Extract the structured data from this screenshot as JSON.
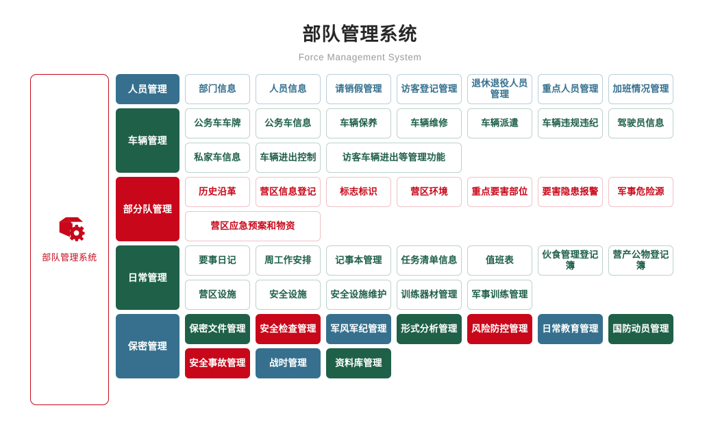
{
  "header": {
    "title": "部队管理系统",
    "subtitle": "Force Management System"
  },
  "sidebar": {
    "icon": "box-gear-icon",
    "label": "部队管理系统",
    "color": "#c8081a"
  },
  "colors": {
    "blue": "#36708e",
    "green": "#1f6049",
    "red": "#c8081a",
    "title": "#262626",
    "subtitle": "#9a9a9a"
  },
  "rows": [
    {
      "category": "人员管理",
      "category_style": "blue",
      "subrows": [
        [
          {
            "label": "部门信息",
            "style": "o-blue",
            "span": 1
          },
          {
            "label": "人员信息",
            "style": "o-blue",
            "span": 1
          },
          {
            "label": "请销假管理",
            "style": "o-blue",
            "span": 1
          },
          {
            "label": "访客登记管理",
            "style": "o-blue",
            "span": 1
          },
          {
            "label": "退休退役人员管理",
            "style": "o-blue",
            "span": 1
          },
          {
            "label": "重点人员管理",
            "style": "o-blue",
            "span": 1
          },
          {
            "label": "加班情况管理",
            "style": "o-blue",
            "span": 1
          }
        ]
      ]
    },
    {
      "category": "车辆管理",
      "category_style": "green",
      "subrows": [
        [
          {
            "label": "公务车车牌",
            "style": "o-green",
            "span": 1
          },
          {
            "label": "公务车信息",
            "style": "o-green",
            "span": 1
          },
          {
            "label": "车辆保养",
            "style": "o-green",
            "span": 1
          },
          {
            "label": "车辆维修",
            "style": "o-green",
            "span": 1
          },
          {
            "label": "车辆派遣",
            "style": "o-green",
            "span": 1
          },
          {
            "label": "车辆违规违纪",
            "style": "o-green",
            "span": 1
          },
          {
            "label": "驾驶员信息",
            "style": "o-green",
            "span": 1
          }
        ],
        [
          {
            "label": "私家车信息",
            "style": "o-green",
            "span": 1
          },
          {
            "label": "车辆进出控制",
            "style": "o-green",
            "span": 1
          },
          {
            "label": "访客车辆进出等管理功能",
            "style": "o-green",
            "span": 2
          }
        ]
      ]
    },
    {
      "category": "部分队管理",
      "category_style": "red",
      "subrows": [
        [
          {
            "label": "历史沿革",
            "style": "o-red",
            "span": 1
          },
          {
            "label": "营区信息登记",
            "style": "o-red",
            "span": 1
          },
          {
            "label": "标志标识",
            "style": "o-red",
            "span": 1
          },
          {
            "label": "营区环境",
            "style": "o-red",
            "span": 1
          },
          {
            "label": "重点要害部位",
            "style": "o-red",
            "span": 1
          },
          {
            "label": "要害隐患报警",
            "style": "o-red",
            "span": 1
          },
          {
            "label": "军事危险源",
            "style": "o-red",
            "span": 1
          }
        ],
        [
          {
            "label": "营区应急预案和物资",
            "style": "o-red",
            "span": 2
          }
        ]
      ]
    },
    {
      "category": "日常管理",
      "category_style": "green",
      "subrows": [
        [
          {
            "label": "要事日记",
            "style": "o-green",
            "span": 1
          },
          {
            "label": "周工作安排",
            "style": "o-green",
            "span": 1
          },
          {
            "label": "记事本管理",
            "style": "o-green",
            "span": 1
          },
          {
            "label": "任务清单信息",
            "style": "o-green",
            "span": 1
          },
          {
            "label": "值班表",
            "style": "o-green",
            "span": 1
          },
          {
            "label": "伙食管理登记簿",
            "style": "o-green",
            "span": 1
          },
          {
            "label": "营产公物登记簿",
            "style": "o-green",
            "span": 1
          }
        ],
        [
          {
            "label": "营区设施",
            "style": "o-green",
            "span": 1
          },
          {
            "label": "安全设施",
            "style": "o-green",
            "span": 1
          },
          {
            "label": "安全设施维护",
            "style": "o-green",
            "span": 1
          },
          {
            "label": "训练器材管理",
            "style": "o-green",
            "span": 1
          },
          {
            "label": "军事训练管理",
            "style": "o-green",
            "span": 1
          }
        ]
      ]
    },
    {
      "category": "保密管理",
      "category_style": "blue",
      "subrows": [
        [
          {
            "label": "保密文件管理",
            "style": "f-green",
            "span": 1
          },
          {
            "label": "安全检查管理",
            "style": "f-red",
            "span": 1
          },
          {
            "label": "军风军纪管理",
            "style": "f-blue",
            "span": 1
          },
          {
            "label": "形式分析管理",
            "style": "f-green",
            "span": 1
          },
          {
            "label": "风险防控管理",
            "style": "f-red",
            "span": 1
          },
          {
            "label": "日常教育管理",
            "style": "f-blue",
            "span": 1
          },
          {
            "label": "国防动员管理",
            "style": "f-green",
            "span": 1
          }
        ],
        [
          {
            "label": "安全事故管理",
            "style": "f-red",
            "span": 1
          },
          {
            "label": "战时管理",
            "style": "f-blue",
            "span": 1
          },
          {
            "label": "资料库管理",
            "style": "f-green",
            "span": 1
          }
        ]
      ]
    }
  ]
}
